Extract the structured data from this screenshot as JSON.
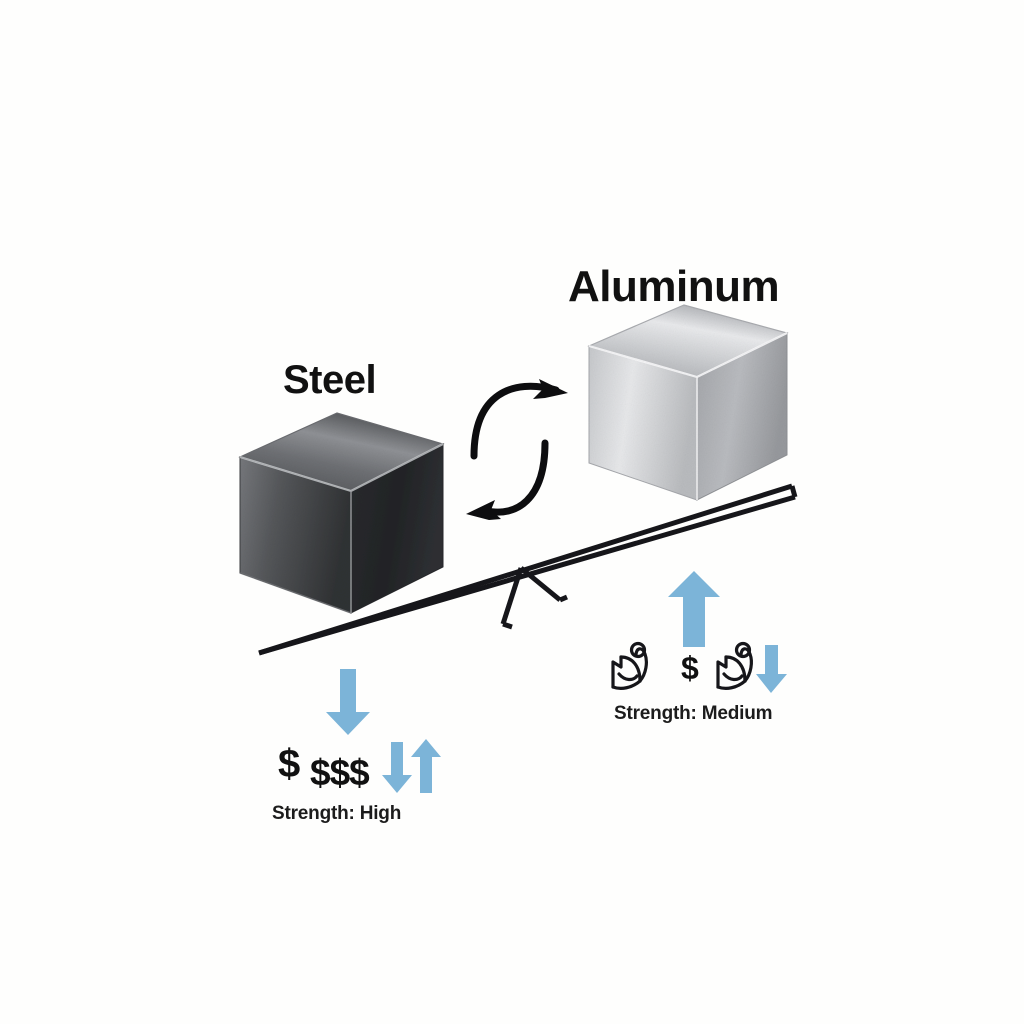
{
  "figure": {
    "title_steel": "Steel",
    "title_aluminum": "Aluminum",
    "background_color": "#fefefd",
    "accent_blue": "#7cb4d8",
    "ink_color": "#111111"
  },
  "steel": {
    "name_label": "Steel",
    "cost_primary": "$",
    "cost_secondary": "$$$",
    "strength_text": "Strength: High",
    "cube_color_light": "#8e9094",
    "cube_color_dark": "#232326",
    "weight_arrow": "down-arrow",
    "tradeoff_arrows": "down-up-arrow-pair"
  },
  "aluminum": {
    "name_label": "Aluminum",
    "cost_primary": "$",
    "strength_text": "Strength: Medium",
    "cube_color_light": "#e4e5e7",
    "cube_color_dark": "#9b9da1",
    "weight_arrow": "up-arrow",
    "strength_arrow": "down-arrow",
    "muscle_icons": [
      "flexed-bicep-icon",
      "flexed-bicep-icon"
    ]
  },
  "swap": {
    "icon": "exchange-cycle-arrows",
    "arrow_top": "arrow-right",
    "arrow_bottom": "arrow-left"
  },
  "seesaw": {
    "icon": "tilted-balance-beam",
    "fulcrum": "zigzag-fulcrum",
    "tilt": "steel-side-down"
  }
}
